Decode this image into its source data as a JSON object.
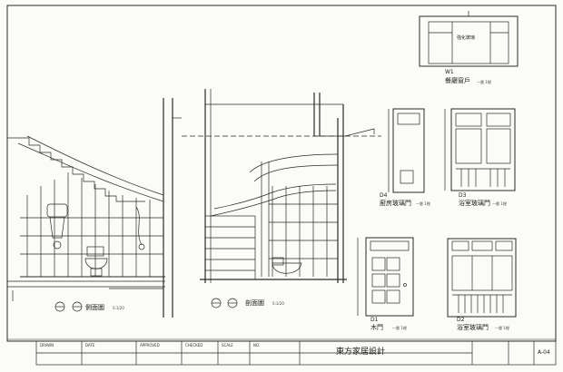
{
  "drawings": {
    "side_elevation": {
      "title": "側面圖",
      "scale": "S:1/20"
    },
    "front_elevation": {
      "title": "剖面圖",
      "scale": "S:1/20"
    },
    "w1": {
      "code": "W1",
      "title": "餐廳窗戶",
      "spec": "一層 1樘",
      "label": "強化玻璃"
    },
    "d4": {
      "code": "D4",
      "title": "廚房玻璃門",
      "spec": "一層 1樘"
    },
    "d3": {
      "code": "D3",
      "title": "浴室玻璃門",
      "spec": "一層 1樘"
    },
    "d1": {
      "code": "D1",
      "title": "木門",
      "spec": "一層 1樘"
    },
    "d2": {
      "code": "D2",
      "title": "浴室玻璃門",
      "spec": "一層 1樘"
    }
  },
  "title_block": {
    "project": "東方家居設計",
    "fields": [
      "DRAWN",
      "DATE",
      "APPROVED",
      "CHECKED",
      "SCALE",
      "NO."
    ],
    "sheet_no": "A-04"
  },
  "colors": {
    "ink": "#2a2a2a",
    "paper": "#fbfbf8",
    "border": "#333333"
  }
}
